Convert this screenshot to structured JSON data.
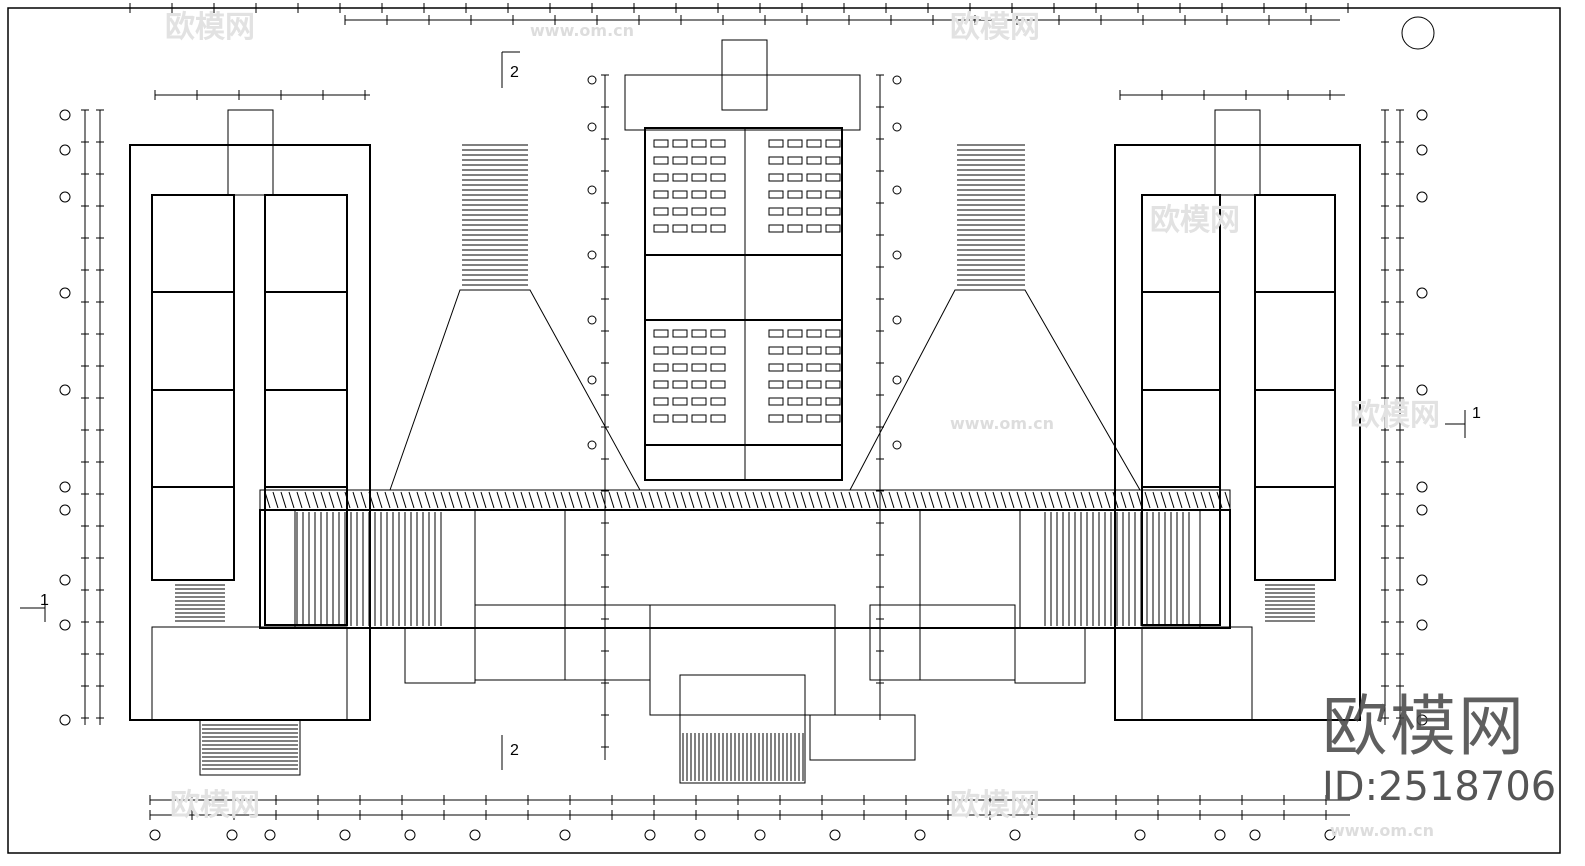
{
  "drawing": {
    "section_marks": [
      "2",
      "2",
      "1",
      "1"
    ],
    "line_color": "#000000"
  },
  "watermark": {
    "logo": "欧模网",
    "id": "ID:2518706",
    "url": "www.om.cn"
  }
}
